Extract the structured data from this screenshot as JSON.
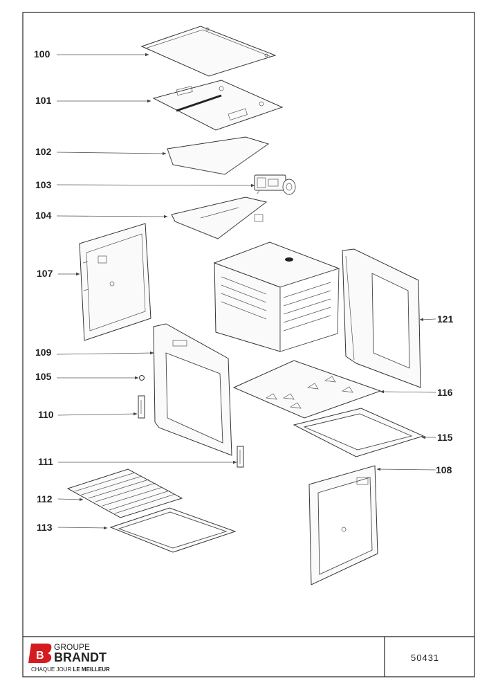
{
  "callouts": [
    "100",
    "101",
    "102",
    "103",
    "104",
    "107",
    "109",
    "105",
    "110",
    "111",
    "112",
    "113",
    "121",
    "116",
    "115",
    "108"
  ],
  "brand": {
    "line1": "GROUPE",
    "line2": "BRANDT",
    "tagline_a": "CHAQUE JOUR ",
    "tagline_b": "LE MEILLEUR",
    "logo_letter": "B",
    "logo_color": "#d71920"
  },
  "reference": "50431"
}
